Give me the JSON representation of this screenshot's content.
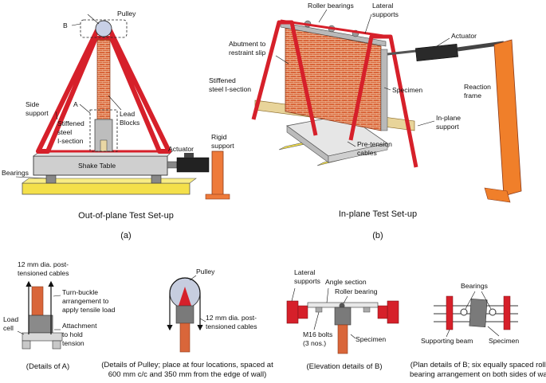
{
  "panel_a": {
    "pulley": "Pulley",
    "b": "B",
    "a": "A",
    "side_support_1": "Side",
    "side_support_2": "support",
    "stiffened_1": "Stiffened",
    "stiffened_2": "steel",
    "stiffened_3": "I-section",
    "lead_1": "Lead",
    "lead_2": "Blocks",
    "actuator": "Actuator",
    "rigid_1": "Rigid",
    "rigid_2": "support",
    "bearings": "Bearings",
    "shake_table": "Shake Table",
    "title": "Out-of-plane Test Set-up",
    "label": "(a)"
  },
  "panel_b": {
    "roller": "Roller bearings",
    "lateral_1": "Lateral",
    "lateral_2": "supports",
    "actuator": "Actuator",
    "abut_1": "Abutment to",
    "abut_2": "restraint slip",
    "stiff_1": "Stiffened",
    "stiff_2": "steel I-section",
    "specimen": "Specimen",
    "reaction_1": "Reaction",
    "reaction_2": "frame",
    "inplane_1": "In-plane",
    "inplane_2": "support",
    "pre_1": "Pre-tension",
    "pre_2": "cables",
    "title": "In-plane Test Set-up",
    "label": "(b)"
  },
  "detail_a": {
    "cables_1": "12 mm dia. post-",
    "cables_2": "tensioned cables",
    "turn_1": "Turn-buckle",
    "turn_2": "arrangement to",
    "turn_3": "apply tensile load",
    "load_1": "Load",
    "load_2": "cell",
    "attach_1": "Attachment",
    "attach_2": "to hold",
    "attach_3": "tension",
    "caption": "(Details of A)"
  },
  "detail_pulley": {
    "pulley": "Pulley",
    "cables_1": "12 mm dia. post-",
    "cables_2": "tensioned cables",
    "cap_1": "(Details of Pulley; place at four locations, spaced at",
    "cap_2": "600 mm c/c and 350 mm from the edge of wall)"
  },
  "detail_b_elev": {
    "lateral_1": "Lateral",
    "lateral_2": "supports",
    "angle": "Angle section",
    "roller": "Roller bearing",
    "m16_1": "M16 bolts",
    "m16_2": "(3 nos.)",
    "specimen": "Specimen",
    "caption": "(Elevation details of B)"
  },
  "detail_b_plan": {
    "bearings": "Bearings",
    "beam": "Supporting beam",
    "specimen": "Specimen",
    "cap_1": "(Plan details of B; six equally spaced roller",
    "cap_2": "bearing arrangement on both sides of wall)"
  },
  "colors": {
    "red_frame": "#d6202a",
    "brick": "#d9663a",
    "reaction": "#f07f2a",
    "yellow": "#f4e04a",
    "grey": "#c8c8c8",
    "dark": "#333333"
  }
}
